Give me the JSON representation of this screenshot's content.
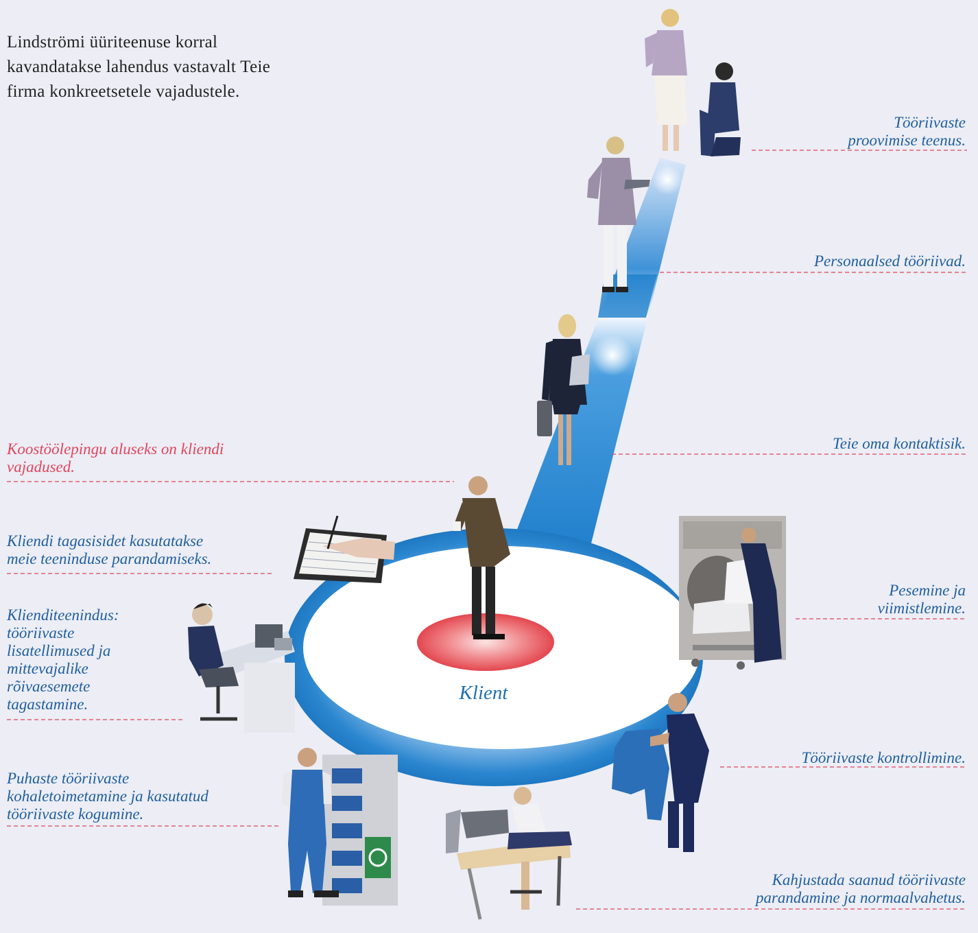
{
  "intro": {
    "lines": [
      "Lindströmi üüriteenuse korral",
      "kavandatakse lahendus vastavalt Teie",
      "firma konkreetsetele vajadustele."
    ]
  },
  "center_label": "Klient",
  "right_labels": {
    "fitting": [
      "Tööriivaste",
      "proovimise teenus."
    ],
    "personal": [
      "Personaalsed tööriivad."
    ],
    "contact": [
      "Teie oma kontaktisik."
    ],
    "washing": [
      "Pesemine ja",
      "viimistlemine."
    ],
    "inspection": [
      "Tööriivaste kontrollimine."
    ],
    "repair": [
      "Kahjustada saanud tööriivaste",
      "parandamine ja normaalvahetus."
    ]
  },
  "left_labels": {
    "agreement": [
      "Koostöölepingu aluseks on kliendi",
      "vajadused."
    ],
    "feedback": [
      "Kliendi tagasisidet kasutatakse",
      "meie teeninduse parandamiseks."
    ],
    "service": [
      "Klienditeenindus:",
      "tööriivaste",
      "lisatellimused ja",
      "mittevajalike",
      "rõivaesemete",
      "tagastamine."
    ],
    "delivery": [
      "Puhaste tööriivaste",
      "kohaletoimetamine ja kasutatud",
      "tööriivaste kogumine."
    ]
  },
  "colors": {
    "background": "#ecedf5",
    "ring_blue": "#2a86cf",
    "label_blue": "#1f5f9e",
    "label_red": "#e0455b",
    "leader_red": "#e0455b",
    "client_spot": "#e8565f"
  },
  "icons": [
    "fitting-people",
    "office-worker",
    "businesswoman",
    "client-man",
    "laundry-machine",
    "inspector",
    "seamstress",
    "delivery-worker",
    "customer-service-desk",
    "notebook-signing"
  ]
}
